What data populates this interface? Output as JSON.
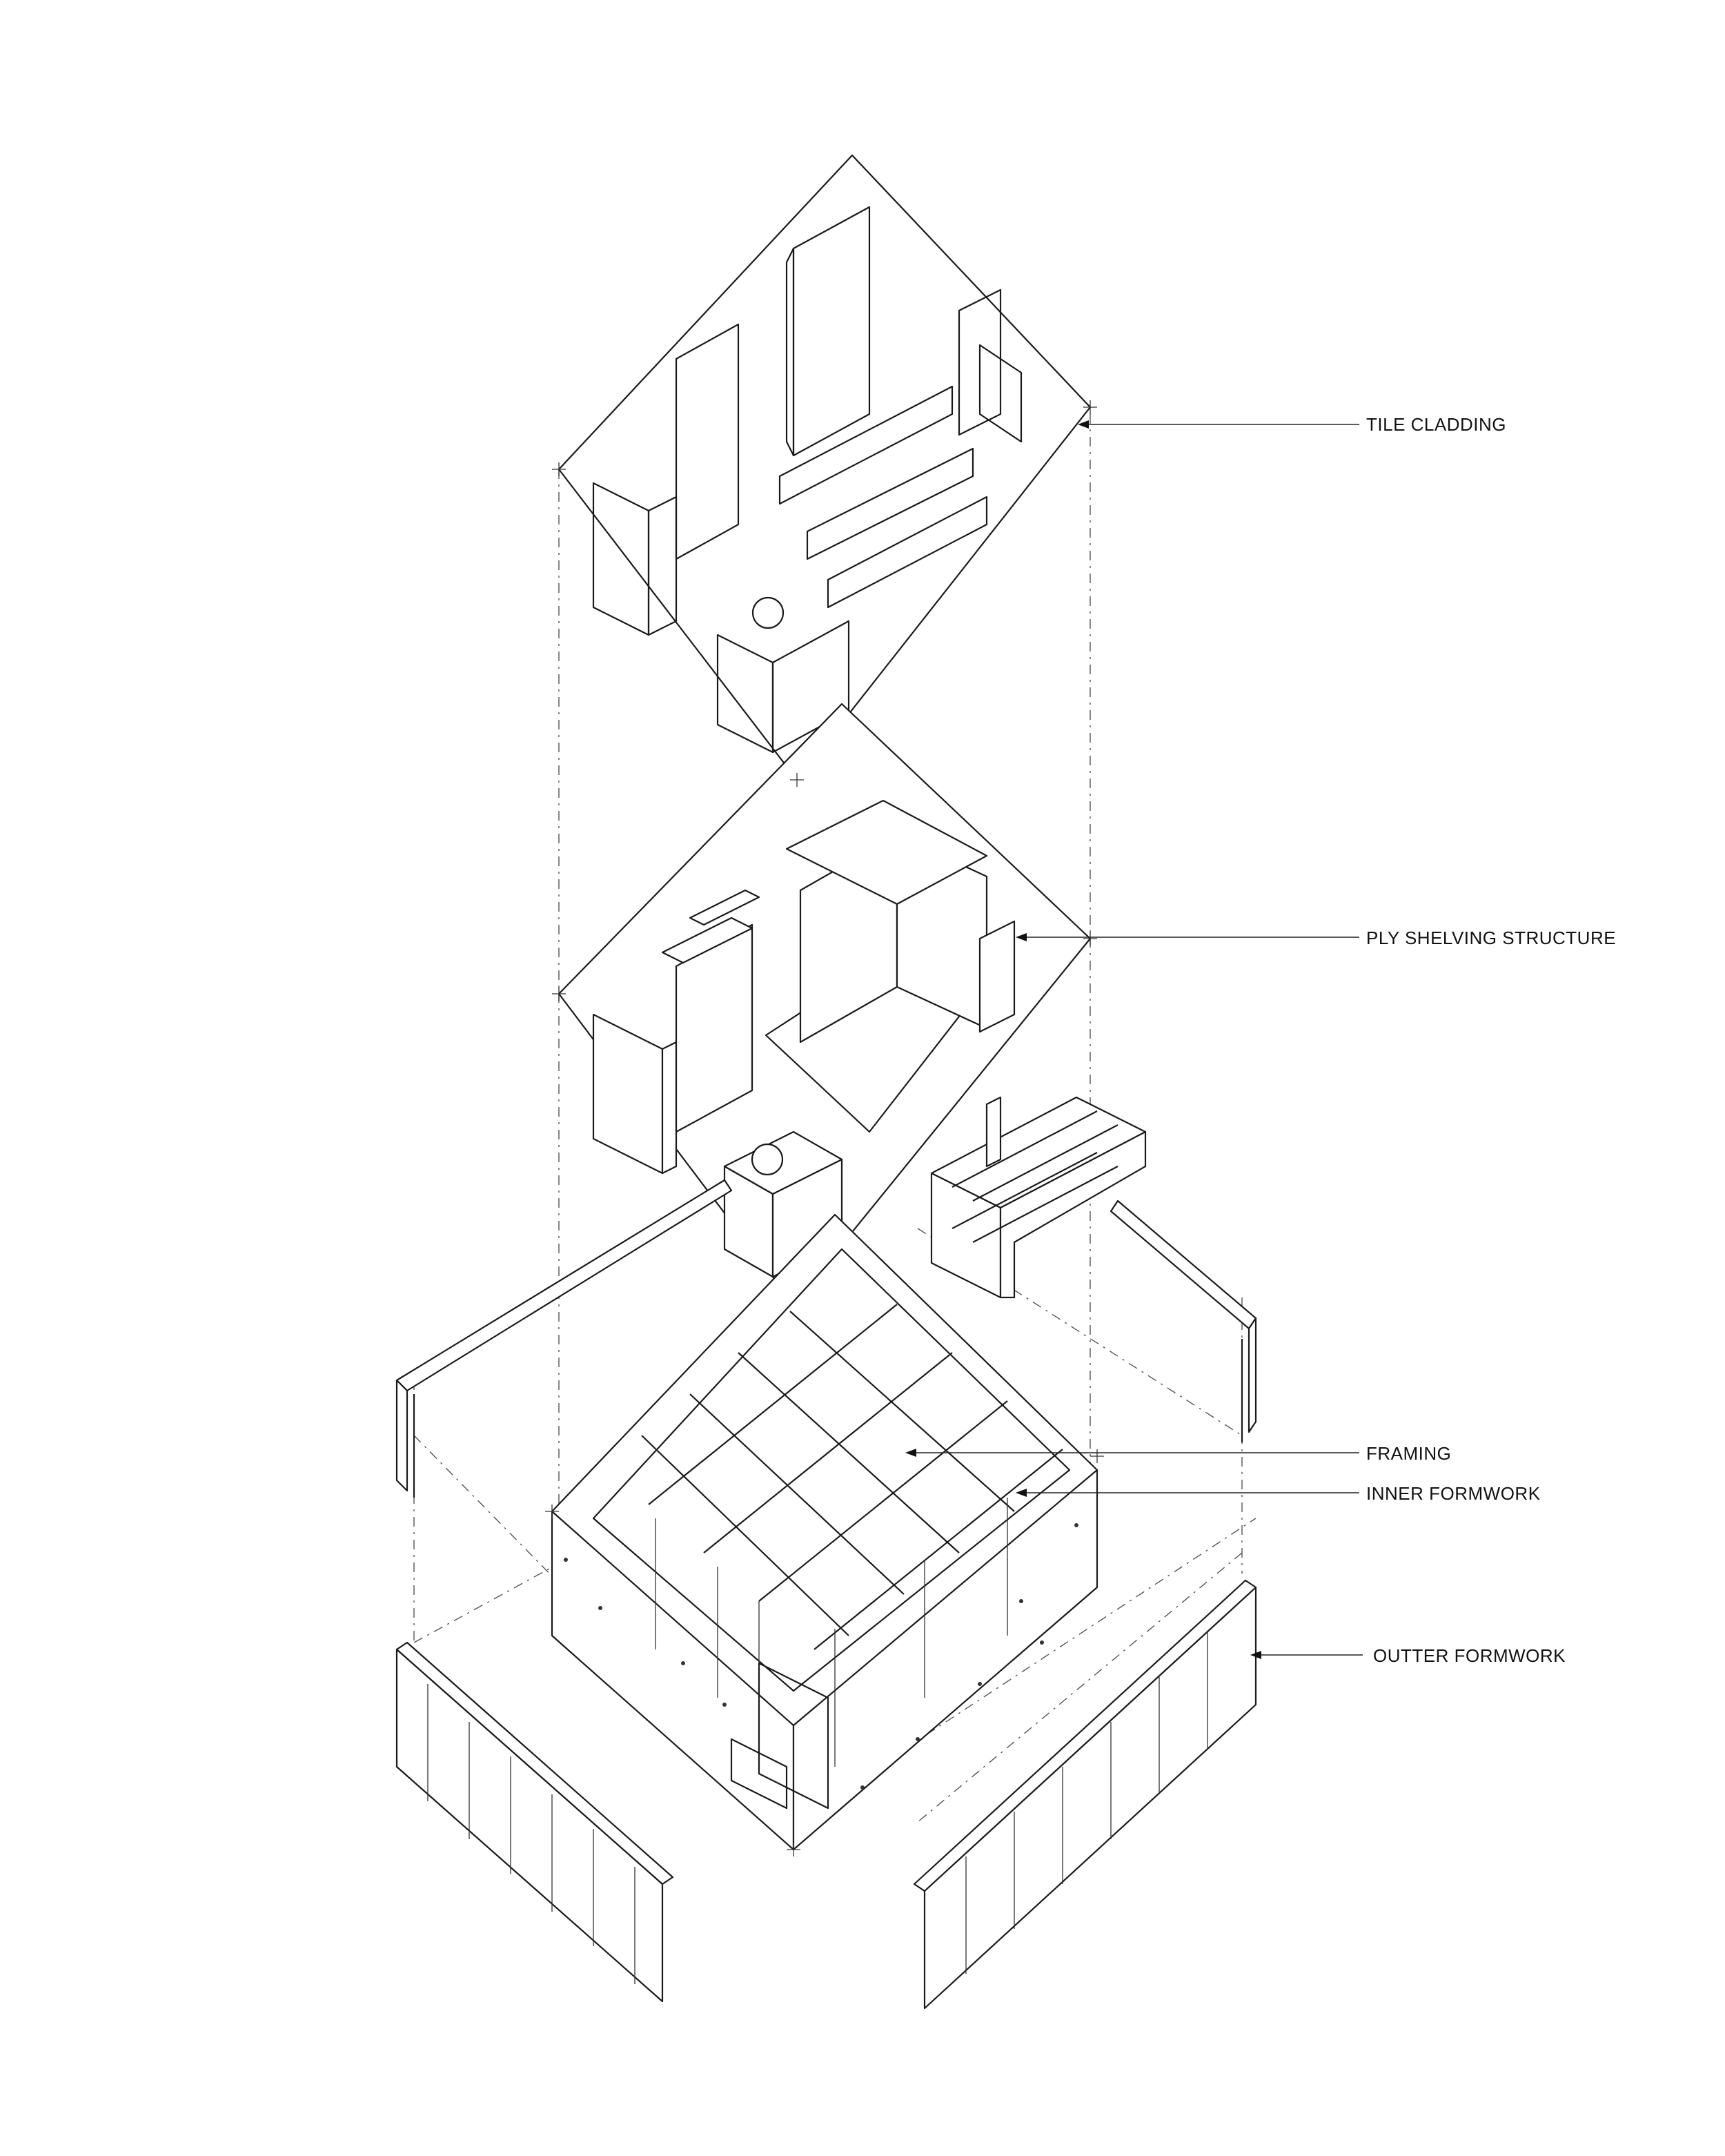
{
  "labels": {
    "tile_cladding": "TILE CLADDING",
    "ply_shelving": "PLY SHELVING STRUCTURE",
    "framing": "FRAMING",
    "inner_formwork": "INNER FORMWORK",
    "outter_formwork": "OUTTER FORMWORK"
  },
  "colors": {
    "background": "#ffffff",
    "linework": "#1a1a1a"
  }
}
